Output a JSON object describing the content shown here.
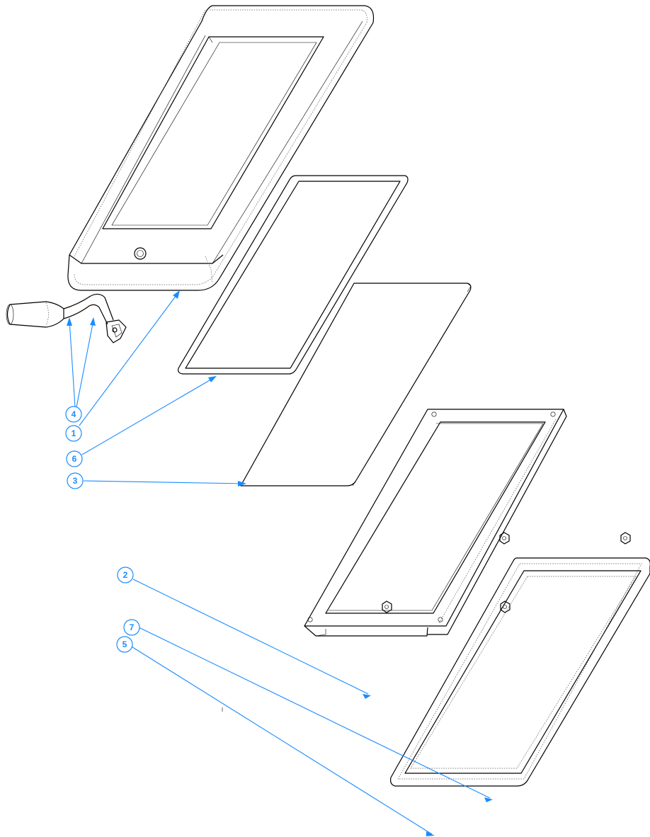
{
  "diagram": {
    "type": "exploded-assembly-drawing",
    "accent_color": "#1a8cff",
    "line_color": "#000000",
    "balloons": [
      {
        "id": "balloon-4",
        "label": "4"
      },
      {
        "id": "balloon-1",
        "label": "1"
      },
      {
        "id": "balloon-6",
        "label": "6"
      },
      {
        "id": "balloon-3",
        "label": "3"
      },
      {
        "id": "balloon-2",
        "label": "2"
      },
      {
        "id": "balloon-7",
        "label": "7"
      },
      {
        "id": "balloon-5",
        "label": "5"
      }
    ]
  }
}
